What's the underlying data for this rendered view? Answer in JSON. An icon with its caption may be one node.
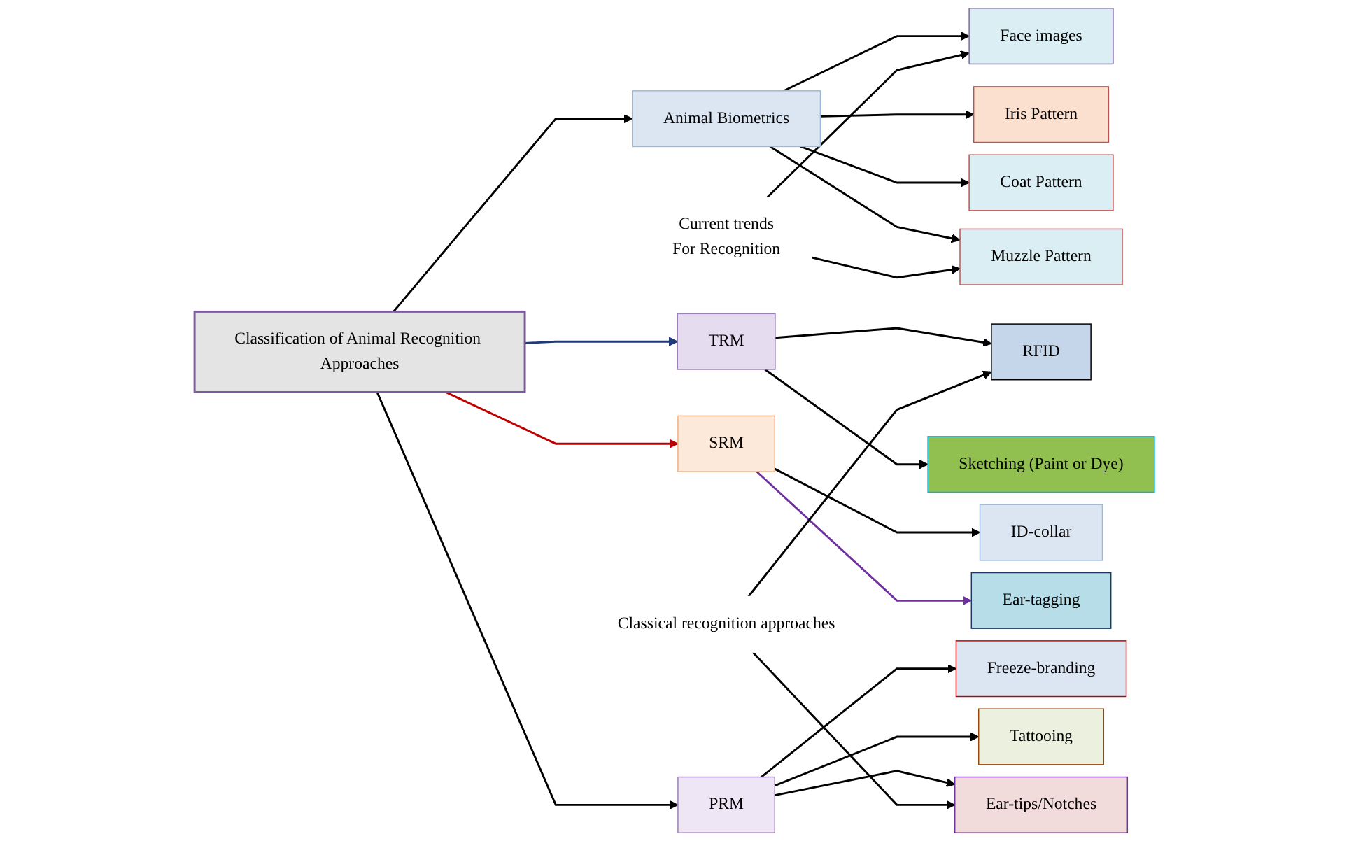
{
  "diagram": {
    "nodes": [
      {
        "text": [
          "Classification of Animal Recognition Approaches"
        ]
      },
      {
        "text": [
          "Animal Biometrics"
        ]
      },
      {
        "text": [
          "TRM"
        ]
      },
      {
        "text": [
          "SRM"
        ]
      },
      {
        "text": [
          "PRM"
        ]
      },
      {
        "text": [
          "Face images"
        ]
      },
      {
        "text": [
          "Iris Pattern"
        ]
      },
      {
        "text": [
          "Coat Pattern"
        ]
      },
      {
        "text": [
          "Muzzle Pattern"
        ]
      },
      {
        "text": [
          "RFID"
        ]
      },
      {
        "text": [
          "Sketching (Paint or Dye)"
        ]
      },
      {
        "text": [
          "ID-collar"
        ]
      },
      {
        "text": [
          "Ear-tagging"
        ]
      },
      {
        "text": [
          "Freeze-branding"
        ]
      },
      {
        "text": [
          "Tattooing"
        ]
      },
      {
        "text": [
          "Ear-tips/Notches"
        ]
      },
      {
        "text": [
          "Current trends",
          "For Recognition"
        ]
      },
      {
        "text": [
          "Classical recognition approaches"
        ]
      }
    ],
    "edges": [
      {
        "from": 0,
        "to": 1,
        "arrow": "to"
      },
      {
        "from": 0,
        "to": 2,
        "arrow": "to",
        "color": "#1f3a7a"
      },
      {
        "from": 0,
        "to": 3,
        "arrow": "to",
        "color": "#c00000"
      },
      {
        "from": 0,
        "to": 4,
        "arrow": "to"
      },
      {
        "from": 1,
        "to": 5,
        "arrow": "to"
      },
      {
        "from": 1,
        "to": 6,
        "arrow": "to"
      },
      {
        "from": 1,
        "to": 7,
        "arrow": "to"
      },
      {
        "from": 1,
        "to": 8,
        "arrow": "to"
      },
      {
        "from": 2,
        "to": 9,
        "arrow": "to"
      },
      {
        "from": 2,
        "to": 10,
        "arrow": "to"
      },
      {
        "from": 3,
        "to": 11,
        "arrow": "to"
      },
      {
        "from": 3,
        "to": 12,
        "arrow": "to",
        "color": "#7030a0"
      },
      {
        "from": 4,
        "to": 13,
        "arrow": "to"
      },
      {
        "from": 4,
        "to": 14,
        "arrow": "to"
      },
      {
        "from": 4,
        "to": 15,
        "arrow": "to"
      },
      {
        "from": 16,
        "to": 5,
        "arrow": "to"
      },
      {
        "from": 16,
        "to": 8,
        "arrow": "to"
      },
      {
        "from": 17,
        "to": 9,
        "arrow": "to"
      },
      {
        "from": 17,
        "to": 15,
        "arrow": "to"
      }
    ]
  }
}
